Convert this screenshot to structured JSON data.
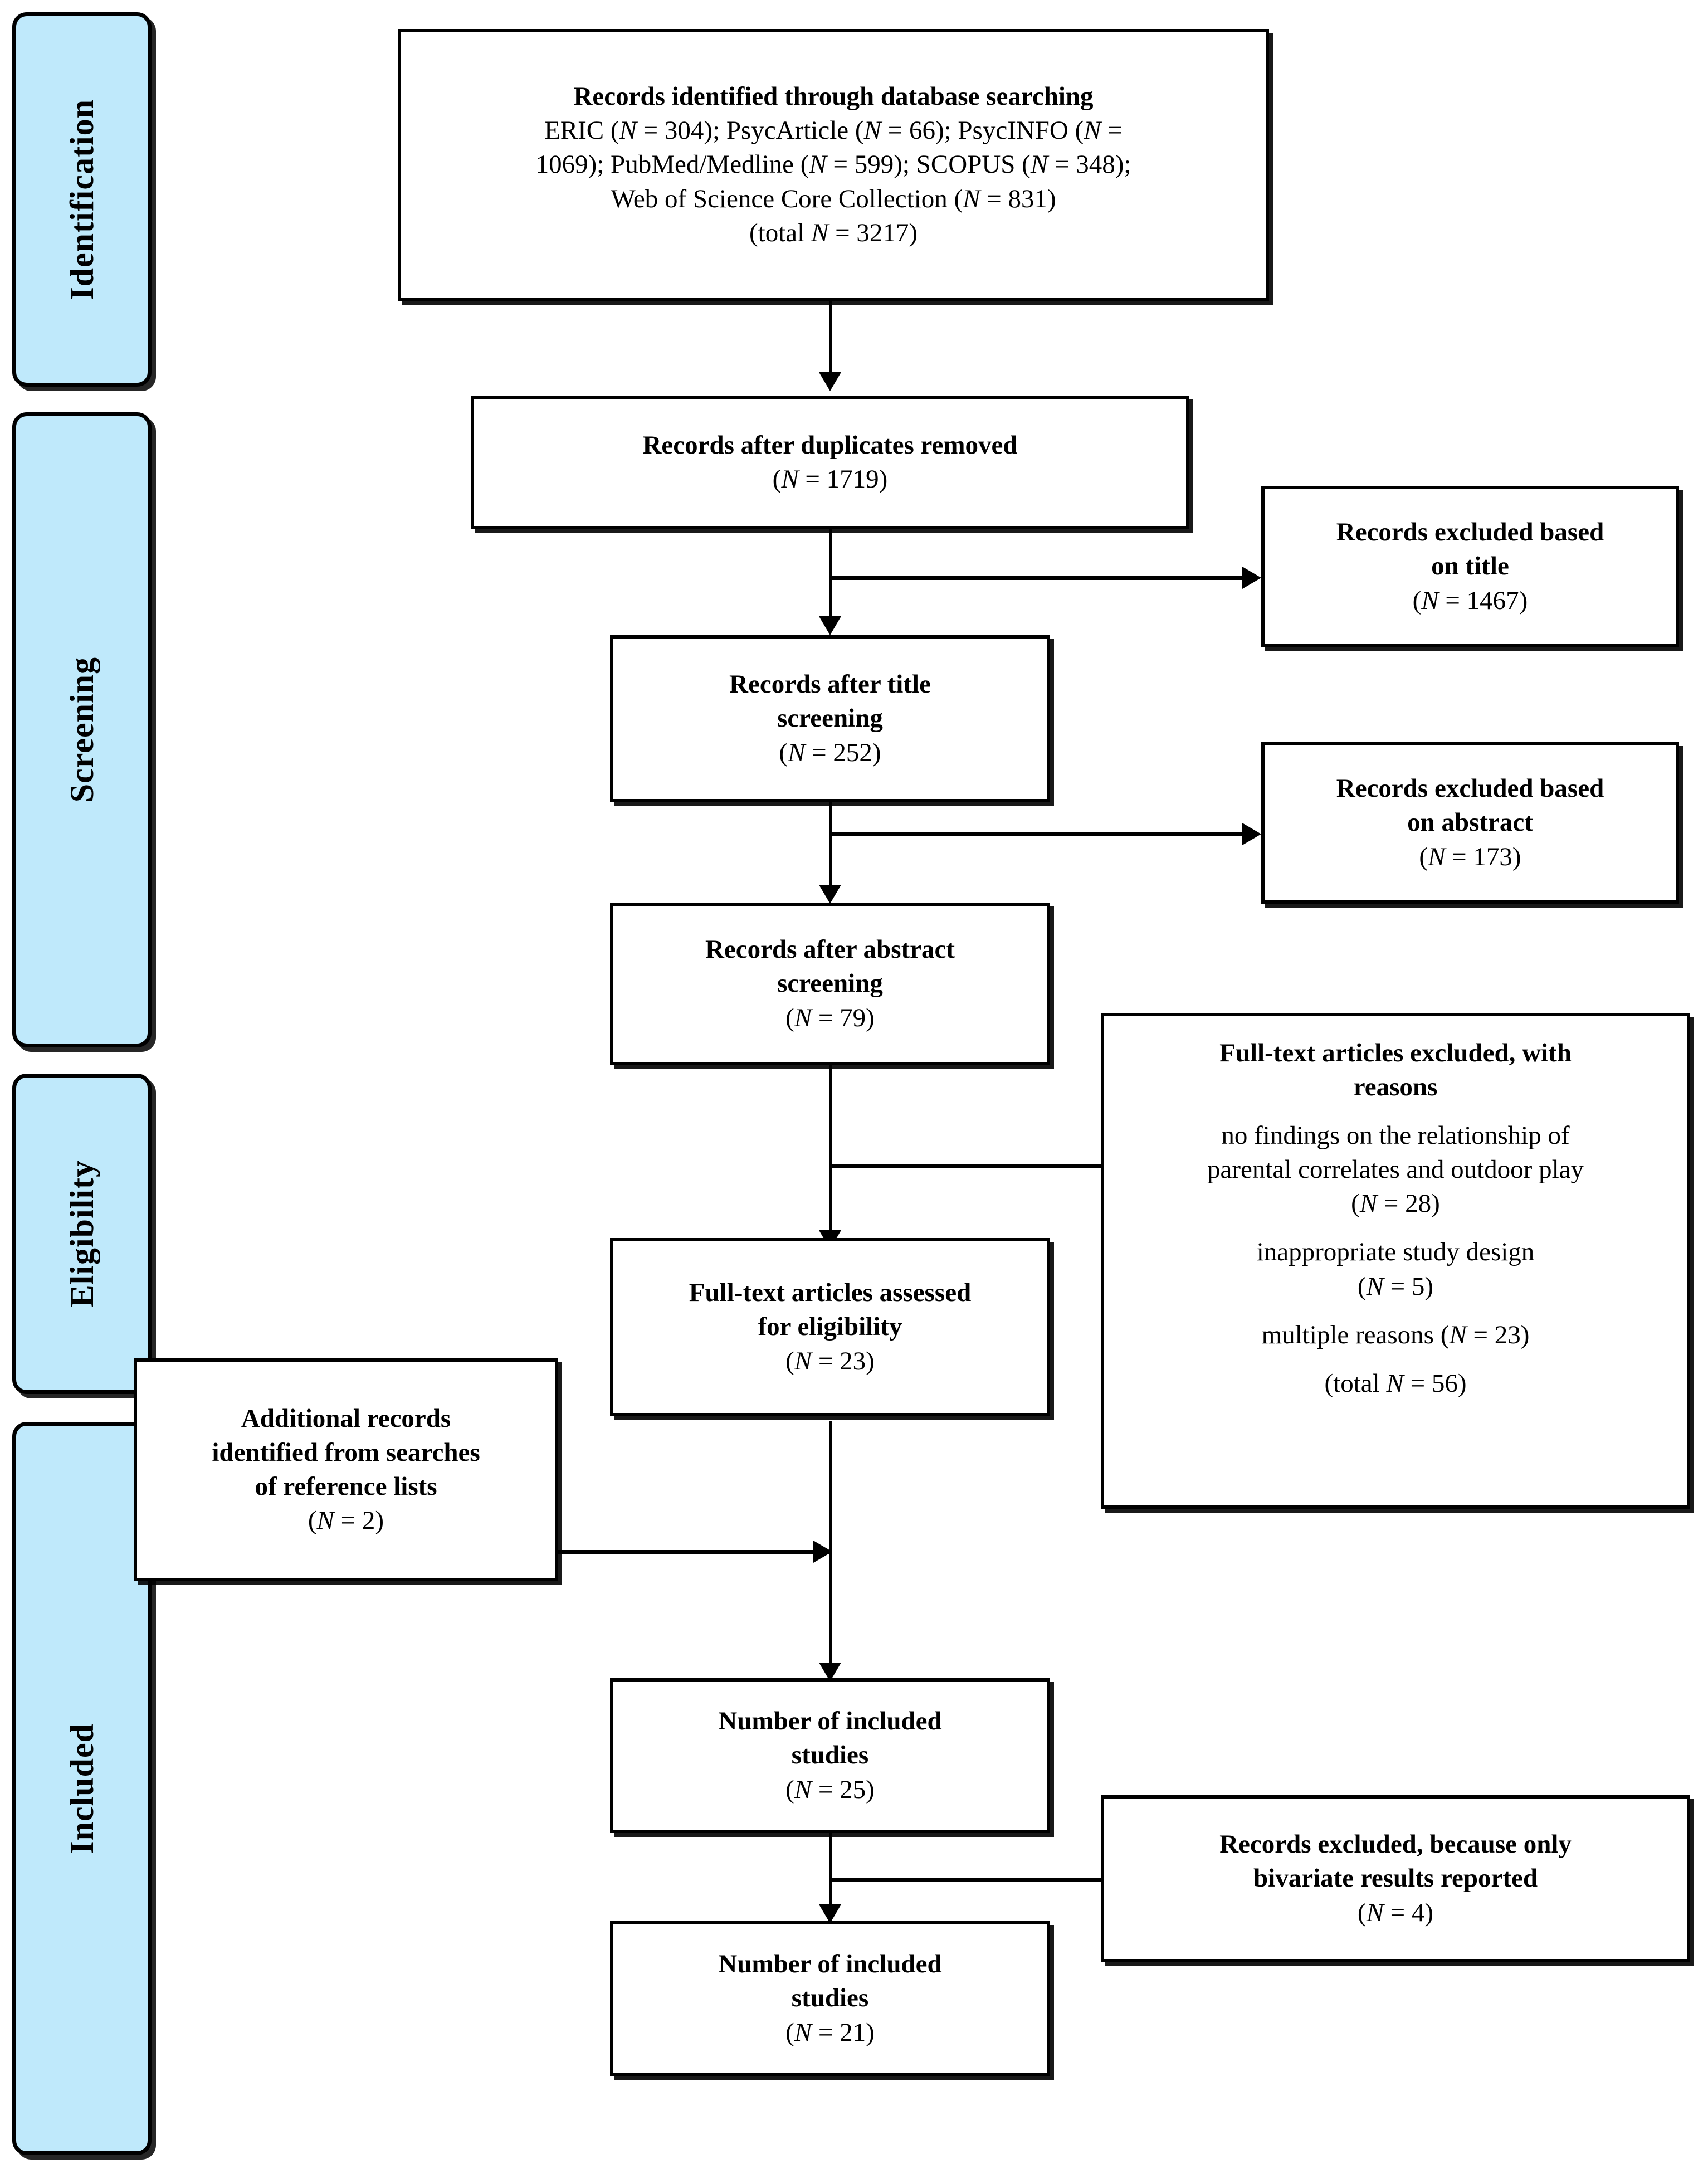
{
  "figure": {
    "type": "prisma-flow-diagram",
    "title": "PRISMA flow diagram of study selection"
  },
  "phases": [
    {
      "id": "identification",
      "label": "Identification"
    },
    {
      "id": "screening",
      "label": "Screening"
    },
    {
      "id": "eligibility",
      "label": "Eligibility"
    },
    {
      "id": "included",
      "label": "Included"
    }
  ],
  "boxes": {
    "identified": {
      "heading": "Records identified through database searching",
      "line1": "ERIC (",
      "line1_n": "N",
      "line1_b": " = 304); PsycArticle (",
      "line1_n2": "N",
      "line1_c": " = 66); PsycINFO (",
      "line1_n3": "N",
      "line1_d": " =",
      "line2_a": "1069); PubMed/Medline (",
      "line2_n": "N",
      "line2_b": " = 599); SCOPUS (",
      "line2_n2": "N",
      "line2_c": " = 348);",
      "line3_a": "Web of Science Core Collection (",
      "line3_n": "N",
      "line3_b": " = 831)",
      "total_a": "(total ",
      "total_n": "N",
      "total_b": " = 3217)"
    },
    "after_duplicates": {
      "heading": "Records after duplicates removed",
      "count_a": "(",
      "count_n": "N",
      "count_b": " = 1719)"
    },
    "after_title": {
      "heading_l1": "Records after title",
      "heading_l2": "screening",
      "count_a": "(",
      "count_n": "N",
      "count_b": " = 252)"
    },
    "after_abstract": {
      "heading_l1": "Records after abstract",
      "heading_l2": "screening",
      "count_a": "(",
      "count_n": "N",
      "count_b": " = 79)"
    },
    "fulltext_assessed": {
      "heading_l1": "Full-text articles assessed",
      "heading_l2": "for eligibility",
      "count_a": "(",
      "count_n": "N",
      "count_b": " = 23)"
    },
    "additional_records": {
      "heading_l1": "Additional records",
      "heading_l2": "identified from searches",
      "heading_l3": "of reference lists",
      "count_a": "(",
      "count_n": "N",
      "count_b": " = 2)"
    },
    "included_25": {
      "heading_l1": "Number of included",
      "heading_l2": "studies",
      "count_a": "(",
      "count_n": "N",
      "count_b": " = 25)"
    },
    "included_21": {
      "heading_l1": "Number of included",
      "heading_l2": "studies",
      "count_a": "(",
      "count_n": "N",
      "count_b": " = 21)"
    },
    "excluded_title": {
      "heading_l1": "Records excluded based",
      "heading_l2": "on title",
      "count_a": "(",
      "count_n": "N",
      "count_b": " = 1467)"
    },
    "excluded_abstract": {
      "heading_l1": "Records excluded based",
      "heading_l2": "on abstract",
      "count_a": "(",
      "count_n": "N",
      "count_b": " = 173)"
    },
    "excluded_fulltext": {
      "heading_l1": "Full-text articles excluded, with",
      "heading_l2": "reasons",
      "reason1_l1": "no findings on the relationship of",
      "reason1_l2": "parental correlates and outdoor play",
      "reason1_a": "(",
      "reason1_n": "N",
      "reason1_b": " = 28)",
      "reason2_l1": "inappropriate study design",
      "reason2_a": "(",
      "reason2_n": "N",
      "reason2_b": " = 5)",
      "reason3_a": "multiple reasons (",
      "reason3_n": "N",
      "reason3_b": " = 23)",
      "total_a": "(total ",
      "total_n": "N",
      "total_b": " = 56)"
    },
    "excluded_bivariate": {
      "heading_l1": "Records excluded, because only",
      "heading_l2": "bivariate results reported",
      "count_a": "(",
      "count_n": "N",
      "count_b": " = 4)"
    }
  },
  "colors": {
    "phase_fill": "#BFE9FB",
    "stroke": "#000000",
    "background": "#FFFFFF"
  }
}
